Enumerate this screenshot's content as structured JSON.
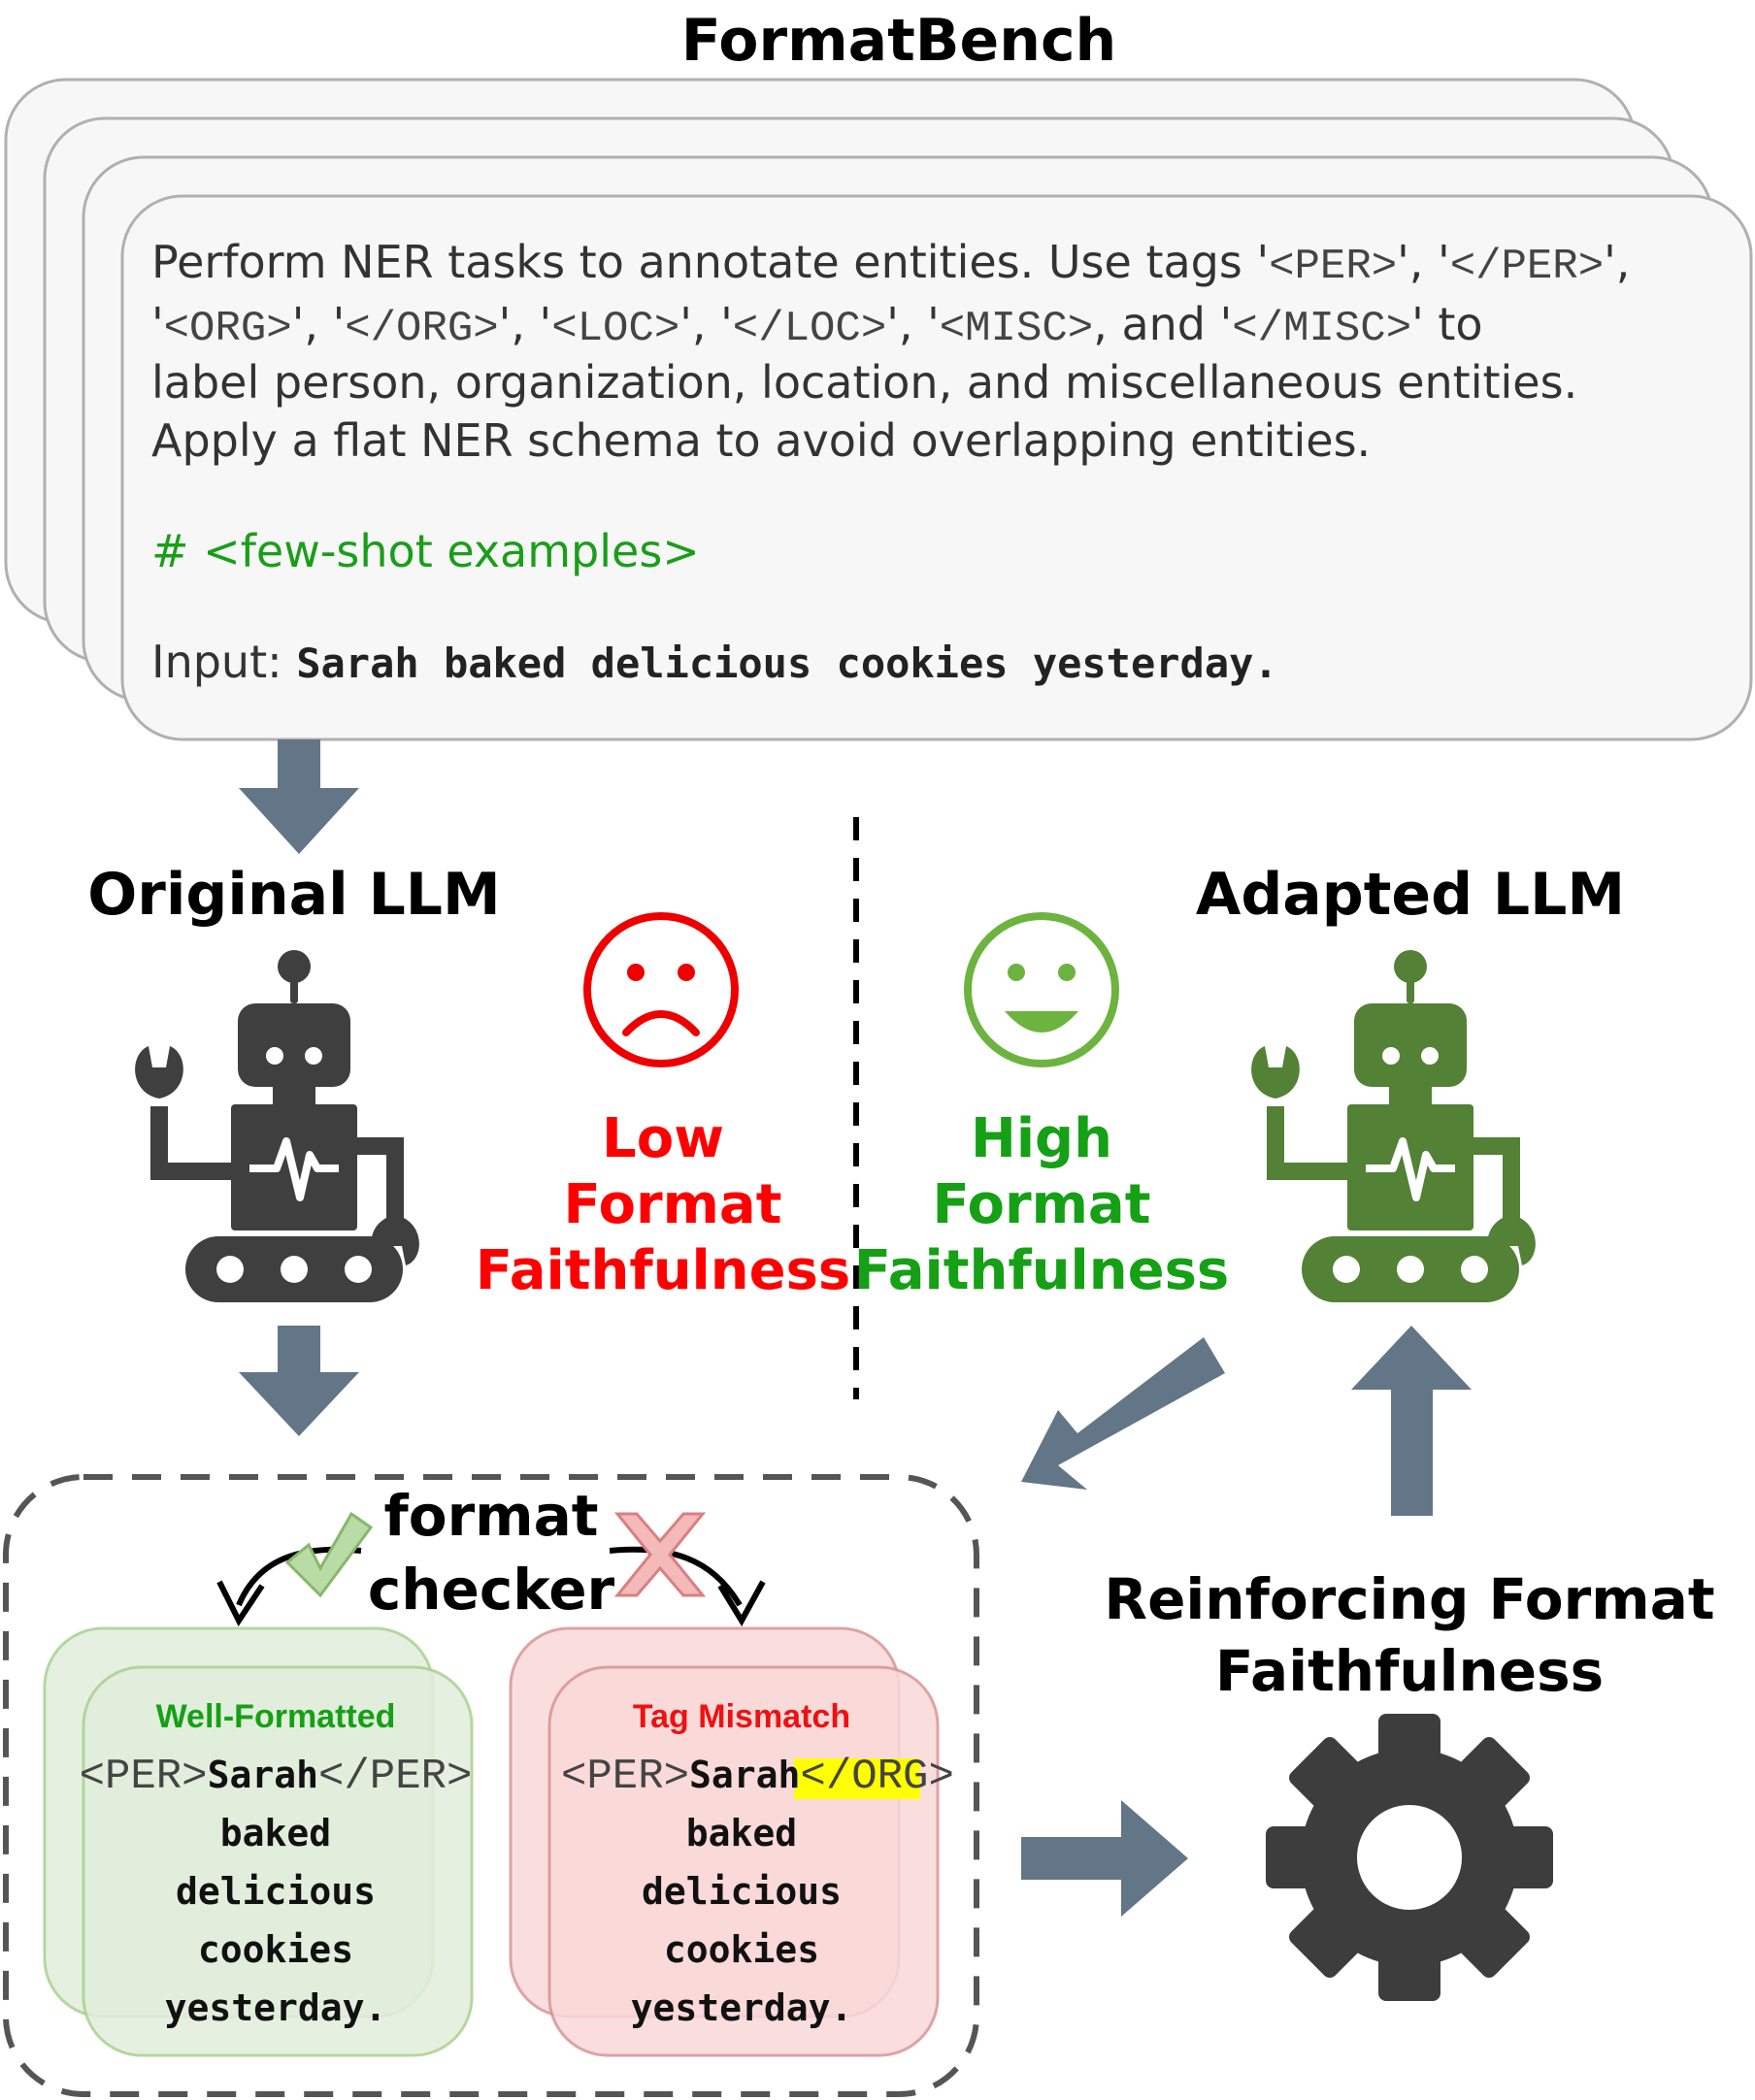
{
  "title": "FormatBench",
  "prompt": {
    "line1_text": "Perform NER tasks to annotate entities. Use tags '",
    "line1_tags": [
      "<PER>",
      "</PER>"
    ],
    "line2_tags": [
      "<ORG>",
      "</ORG>",
      "<LOC>",
      "</LOC>",
      "<MISC>"
    ],
    "line2_and": ", and '",
    "line2_tag_last": "</MISC>",
    "line2_to": "' to",
    "line3": "label person, organization, location, and miscellaneous entities.",
    "line4": "Apply a flat NER schema to avoid overlapping entities.",
    "comment": "# <few-shot examples>",
    "input_label": "Input: ",
    "input_value": "Sarah baked delicious cookies yesterday."
  },
  "original_llm": {
    "label": "Original LLM",
    "faithfulness": [
      "Low",
      "Format",
      "Faithfulness"
    ]
  },
  "adapted_llm": {
    "label": "Adapted LLM",
    "faithfulness": [
      "High",
      "Format",
      "Faithfulness"
    ]
  },
  "checker": {
    "label_line1": "format",
    "label_line2": "checker"
  },
  "well_formatted": {
    "label": "Well-Formatted",
    "tag_open": "<PER>",
    "word": "Sarah",
    "tag_close": "</PER>",
    "lines": [
      "baked",
      "delicious",
      "cookies",
      "yesterday."
    ]
  },
  "tag_mismatch": {
    "label": "Tag Mismatch",
    "tag_open": "<PER>",
    "word": "Sarah",
    "tag_close": "</ORG>",
    "lines": [
      "baked",
      "delicious",
      "cookies",
      "yesterday."
    ]
  },
  "reinforcing": {
    "line1": "Reinforcing Format",
    "line2": "Faithfulness"
  },
  "colors": {
    "arrow": "#637687",
    "robot_dark": "#3f3f3f",
    "robot_green": "#538135",
    "sad": "#ee0000",
    "happy": "#6db33f",
    "low_text": "#ff0000",
    "high_text": "#15a015",
    "good_fill": "#e2eedc",
    "good_stroke": "#a9d18e",
    "bad_fill": "#fad9d9",
    "bad_stroke": "#d99494",
    "highlight": "#ffff00"
  }
}
